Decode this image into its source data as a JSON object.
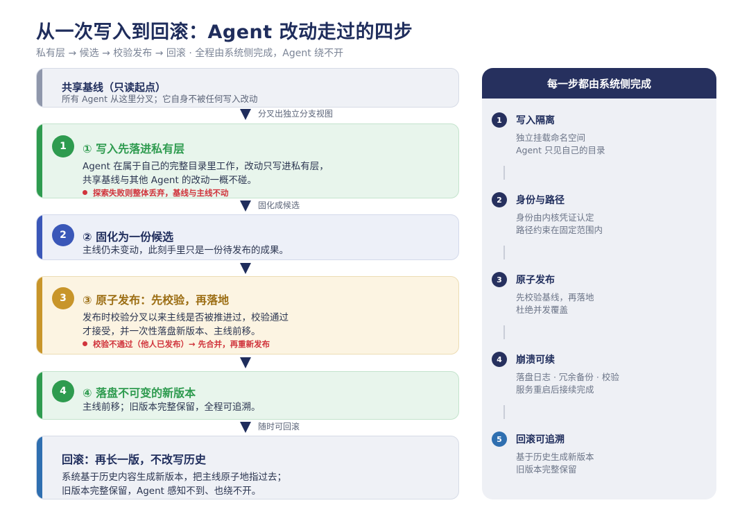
{
  "header": {
    "title": "从一次写入到回滚：Agent 改动走过的四步",
    "subtitle": "私有层 → 候选 → 校验发布 → 回滚   ·   全程由系统侧完成，Agent 绕不开"
  },
  "baseline": {
    "title": "共享基线（只读起点）",
    "desc": "所有 Agent 从这里分叉；它自身不被任何写入改动"
  },
  "connectors": [
    "分叉出独立分支视图",
    "固化成候选",
    "",
    "",
    "随时可回滚"
  ],
  "steps": [
    {
      "num": "1",
      "title": "① 写入先落进私有层",
      "lines": [
        "Agent 在属于自己的完整目录里工作，改动只写进私有层，",
        "共享基线与其他 Agent 的改动一概不碰。"
      ],
      "note": "探索失败则整体丢弃，基线与主线不动"
    },
    {
      "num": "2",
      "title": "② 固化为一份候选",
      "lines": [
        "主线仍未变动，此刻手里只是一份待发布的成果。"
      ]
    },
    {
      "num": "3",
      "title": "③ 原子发布：先校验，再落地",
      "lines": [
        "发布时校验分叉以来主线是否被推进过，校验通过",
        "才接受，并一次性落盘新版本、主线前移。"
      ],
      "note": "校验不通过（他人已发布）→ 先合并，再重新发布"
    },
    {
      "num": "4",
      "title": "④ 落盘不可变的新版本",
      "lines": [
        "主线前移；旧版本完整保留，全程可追溯。"
      ]
    }
  ],
  "rollback": {
    "title": "回滚：再长一版，不改写历史",
    "lines": [
      "系统基于历史内容生成新版本，把主线原子地指过去；",
      "旧版本完整保留，Agent 感知不到、也绕不开。"
    ]
  },
  "side_panel": {
    "title": "每一步都由系统侧完成",
    "items": [
      {
        "num": "1",
        "title": "写入隔离",
        "lines": [
          "独立挂载命名空间",
          "Agent 只见自己的目录"
        ]
      },
      {
        "num": "2",
        "title": "身份与路径",
        "lines": [
          "身份由内核凭证认定",
          "路径约束在固定范围内"
        ]
      },
      {
        "num": "3",
        "title": "原子发布",
        "lines": [
          "先校验基线，再落地",
          "杜绝并发覆盖"
        ]
      },
      {
        "num": "4",
        "title": "崩溃可续",
        "lines": [
          "落盘日志 · 冗余备份 · 校验",
          "服务重启后接续完成"
        ]
      },
      {
        "num": "5",
        "title": "回滚可追溯",
        "lines": [
          "基于历史生成新版本",
          "旧版本完整保留"
        ]
      }
    ]
  },
  "colors": {
    "navy": "#1f2d5c",
    "green": "#2e9b4f",
    "blue": "#3a57b8",
    "gold": "#c8952a",
    "rollback_blue": "#2f6fb0",
    "gray_bar": "#8f97ab",
    "alert_red": "#d0343c"
  }
}
